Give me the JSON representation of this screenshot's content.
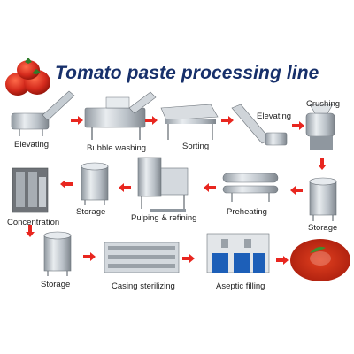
{
  "title": "Tomato paste processing line",
  "steps": {
    "elevating_1": "Elevating",
    "bubble_washing": "Bubble washing",
    "sorting": "Sorting",
    "elevating_2": "Elevating",
    "crushing": "Crushing",
    "storage_1": "Storage",
    "preheating": "Preheating",
    "pulping_refining": "Pulping & refining",
    "storage_2": "Storage",
    "concentration": "Concentration",
    "storage_3": "Storage",
    "casing_sterilizing": "Casing sterilizing",
    "aseptic_filling": "Aseptic filling"
  },
  "colors": {
    "title": "#17306b",
    "arrow": "#e8261f",
    "tomato": "#d42a1c",
    "steel": "#c6ccd3",
    "drum": "#1d5fb8"
  }
}
